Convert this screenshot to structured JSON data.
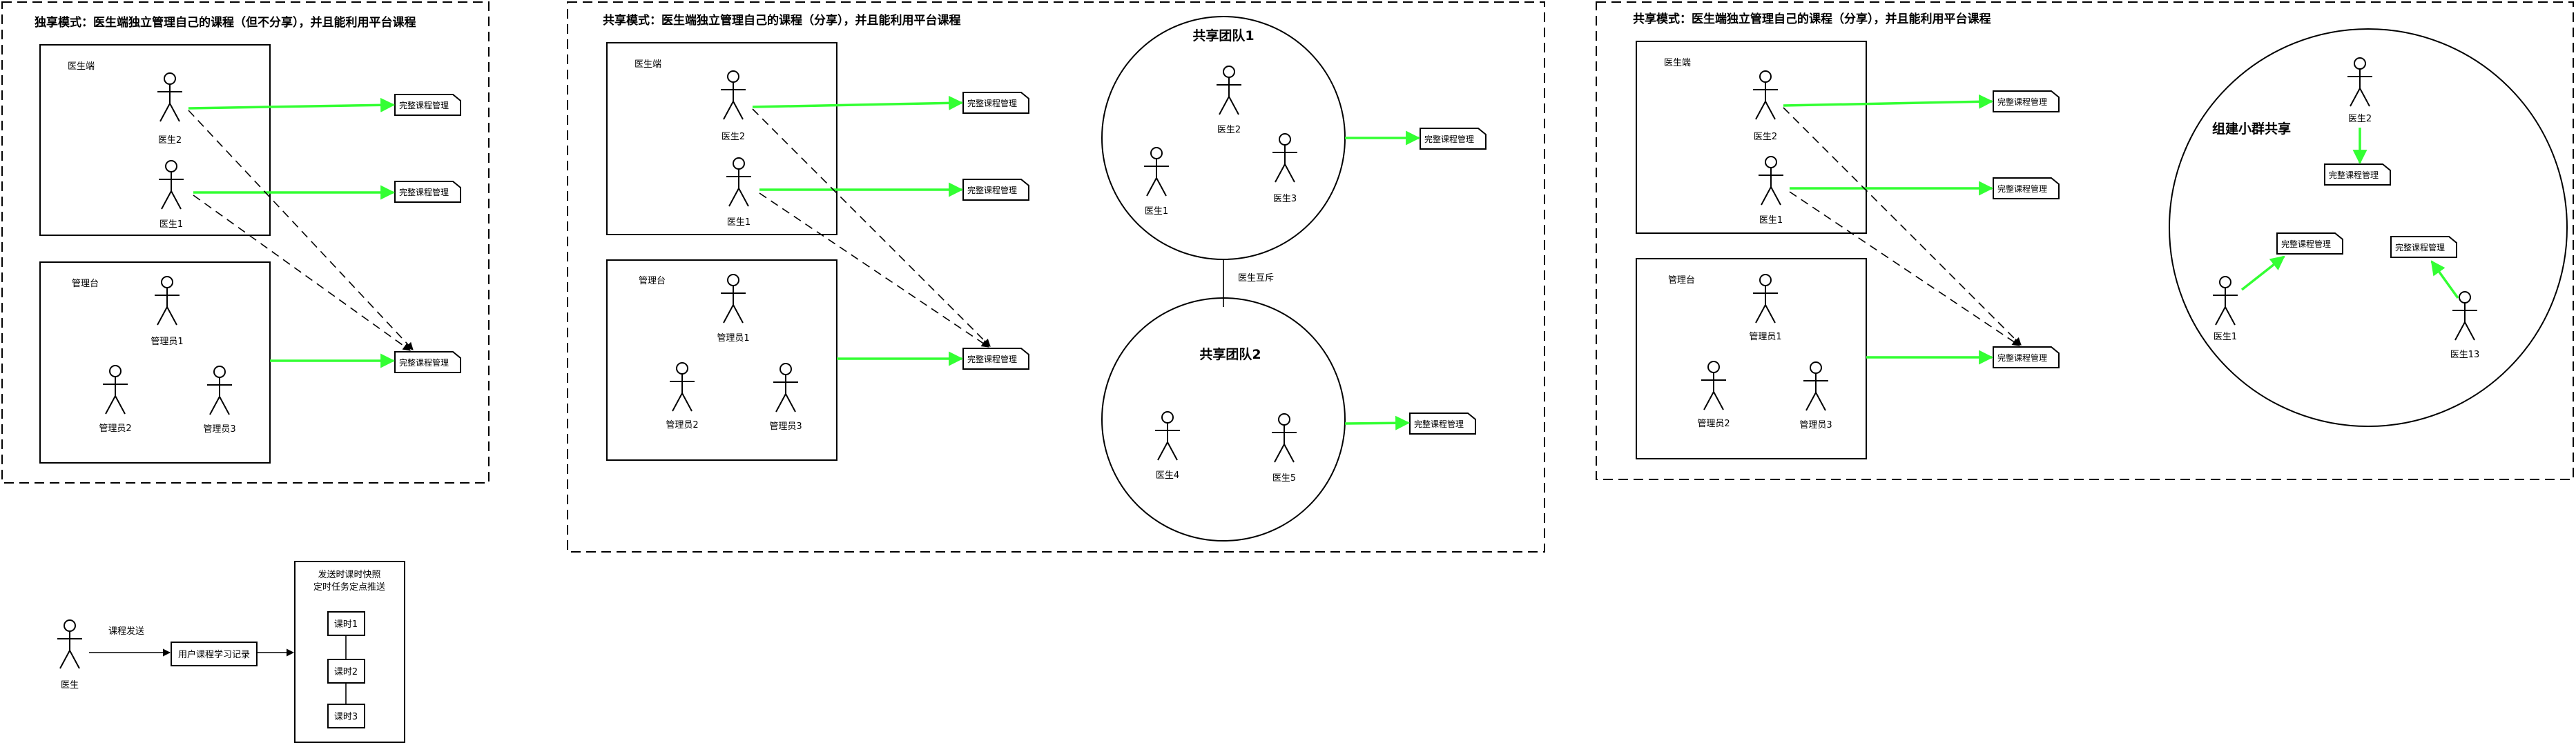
{
  "colors": {
    "accent_arrow": "#33ff33",
    "line": "#000000",
    "background": "#ffffff"
  },
  "titles": {
    "exclusive": "独享模式：医生端独立管理自己的课程（但不分享），并且能利用平台课程",
    "shared": "共享模式：医生端独立管理自己的课程（分享），并且能利用平台课程",
    "shared_group": "共享模式：医生端独立管理自己的课程（分享），并且能利用平台课程"
  },
  "labels": {
    "doctor_side": "医生端",
    "admin_side": "管理台",
    "course_mgmt": "完整课程管理",
    "doctor": "医生",
    "doctor1": "医生1",
    "doctor2": "医生2",
    "doctor3": "医生3",
    "doctor4": "医生4",
    "doctor5": "医生5",
    "doctor13": "医生13",
    "admin1": "管理员1",
    "admin2": "管理员2",
    "admin3": "管理员3",
    "team1": "共享团队1",
    "team2": "共享团队2",
    "mutual": "医生互斥",
    "small_group": "组建小群共享",
    "course_send": "课程发送",
    "user_record": "用户课程学习记录",
    "schedule_line1": "发送时课时快照",
    "schedule_line2": "定时任务定点推送",
    "lesson1": "课时1",
    "lesson2": "课时2",
    "lesson3": "课时3"
  }
}
